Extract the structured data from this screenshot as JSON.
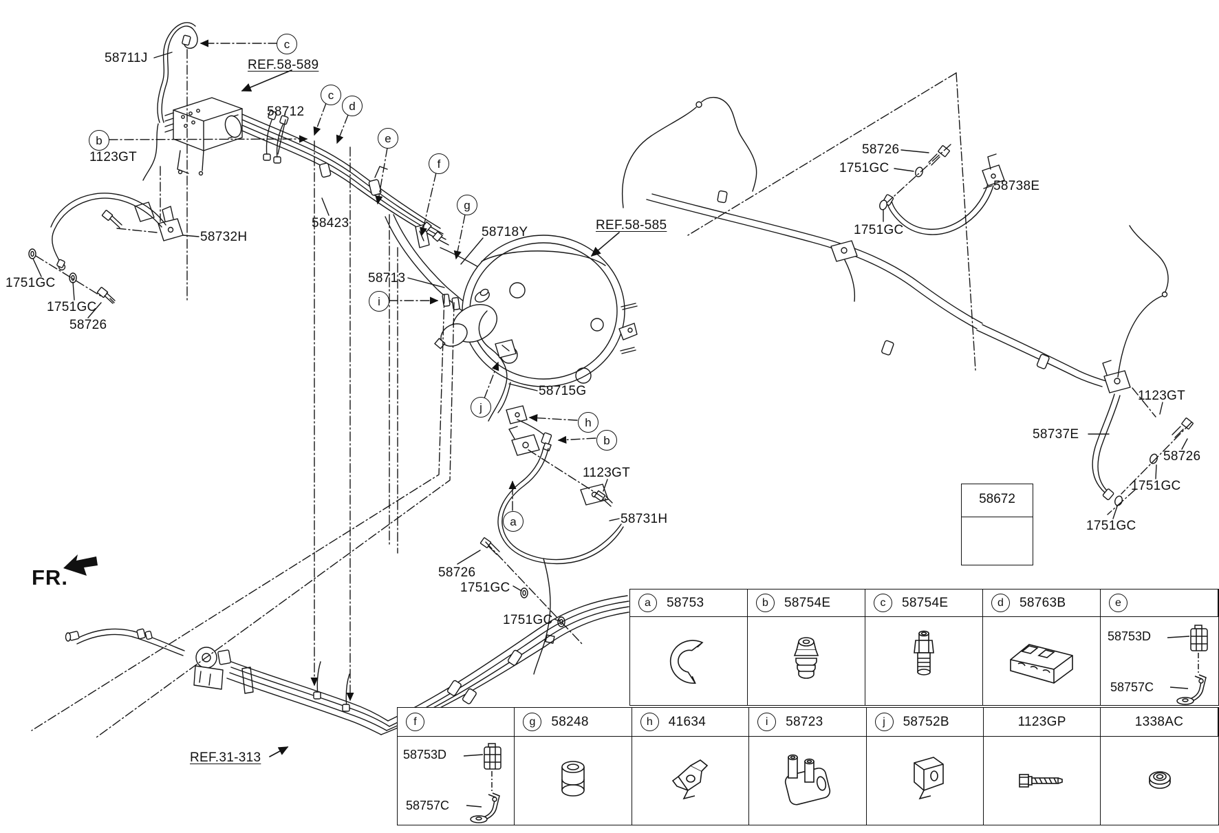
{
  "fr_indicator": {
    "label": "FR."
  },
  "boxed_part": {
    "part_number": "58672"
  },
  "labels": [
    {
      "text": "58711J"
    },
    {
      "text": "REF.58-589"
    },
    {
      "text": "58712"
    },
    {
      "text": "1123GT"
    },
    {
      "text": "58732H"
    },
    {
      "text": "1751GC"
    },
    {
      "text": "1751GC"
    },
    {
      "text": "58726"
    },
    {
      "text": "58423"
    },
    {
      "text": "58713"
    },
    {
      "text": "58718Y"
    },
    {
      "text": "REF.58-585"
    },
    {
      "text": "58715G"
    },
    {
      "text": "1123GT"
    },
    {
      "text": "58731H"
    },
    {
      "text": "58726"
    },
    {
      "text": "1751GC"
    },
    {
      "text": "1751GC"
    },
    {
      "text": "58726"
    },
    {
      "text": "1751GC"
    },
    {
      "text": "58738E"
    },
    {
      "text": "1751GC"
    },
    {
      "text": "1123GT"
    },
    {
      "text": "58737E"
    },
    {
      "text": "58726"
    },
    {
      "text": "1751GC"
    },
    {
      "text": "1751GC"
    },
    {
      "text": "REF.31-313"
    }
  ],
  "callouts": [
    {
      "letter": "c"
    },
    {
      "letter": "b"
    },
    {
      "letter": "c"
    },
    {
      "letter": "d"
    },
    {
      "letter": "e"
    },
    {
      "letter": "f"
    },
    {
      "letter": "g"
    },
    {
      "letter": "i"
    },
    {
      "letter": "j"
    },
    {
      "letter": "h"
    },
    {
      "letter": "b"
    },
    {
      "letter": "a"
    }
  ],
  "legend_table": {
    "row1": [
      {
        "callout": "a",
        "part": "58753"
      },
      {
        "callout": "b",
        "part": "58754E"
      },
      {
        "callout": "c",
        "part": "58754E"
      },
      {
        "callout": "d",
        "part": "58763B"
      },
      {
        "callout": "e",
        "part": ""
      }
    ],
    "row1_e_details": {
      "clip": "58753D",
      "bracket": "58757C"
    },
    "row2": [
      {
        "callout": "f",
        "part": ""
      },
      {
        "callout": "g",
        "part": "58248"
      },
      {
        "callout": "h",
        "part": "41634"
      },
      {
        "callout": "i",
        "part": "58723"
      },
      {
        "callout": "j",
        "part": "58752B"
      },
      {
        "callout": "",
        "part": "1123GP"
      },
      {
        "callout": "",
        "part": "1338AC"
      }
    ],
    "row2_f_details": {
      "clip": "58753D",
      "bracket": "58757C"
    }
  }
}
